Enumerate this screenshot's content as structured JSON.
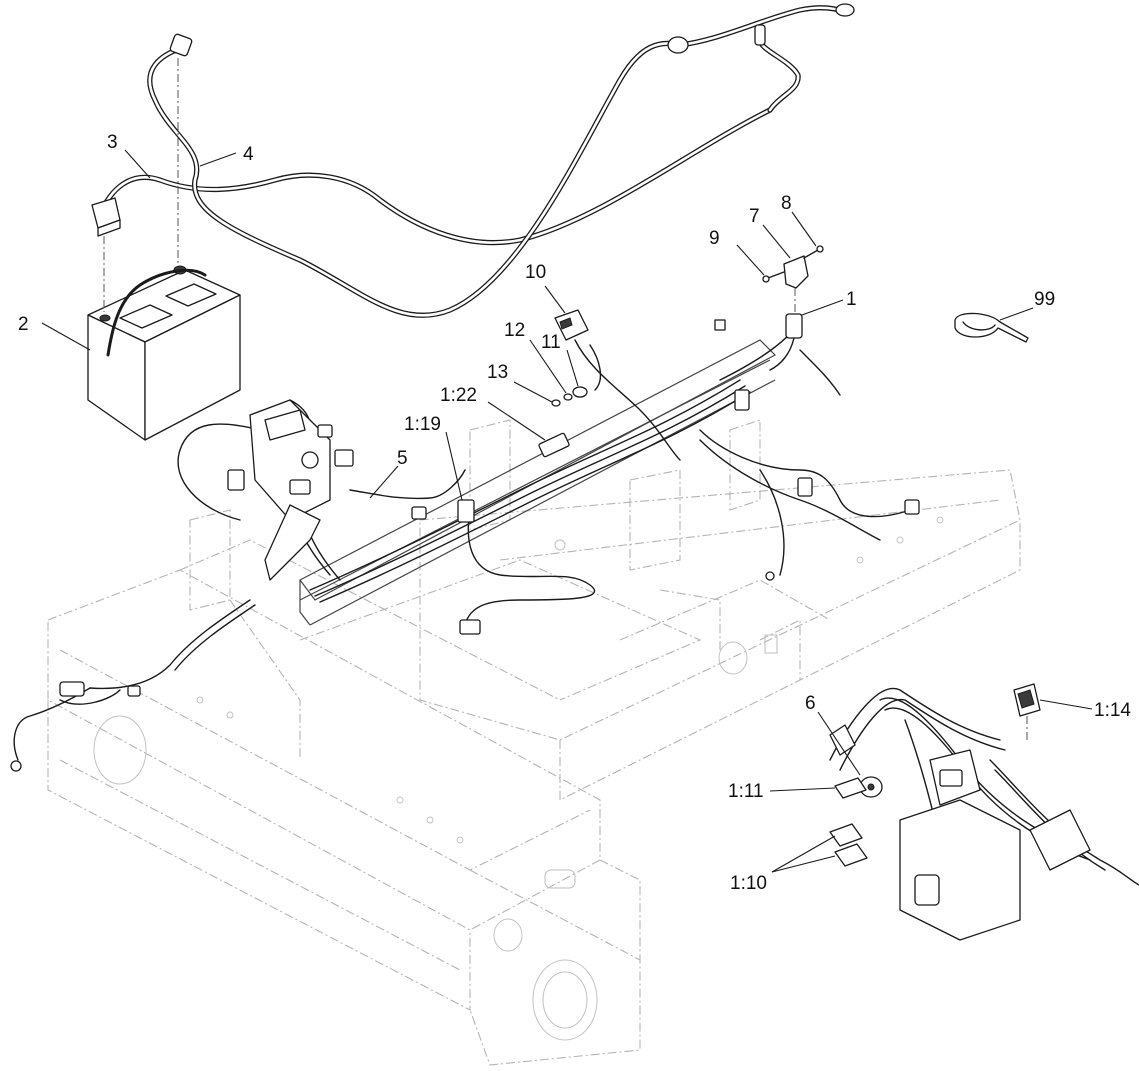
{
  "callouts": {
    "c1": "1",
    "c2": "2",
    "c3": "3",
    "c4": "4",
    "c5": "5",
    "c6": "6",
    "c7": "7",
    "c8": "8",
    "c9": "9",
    "c10": "10",
    "c11": "11",
    "c12": "12",
    "c13": "13",
    "c99": "99",
    "c1_10": "1:10",
    "c1_11": "1:11",
    "c1_14": "1:14",
    "c1_19": "1:19",
    "c1_22": "1:22"
  }
}
